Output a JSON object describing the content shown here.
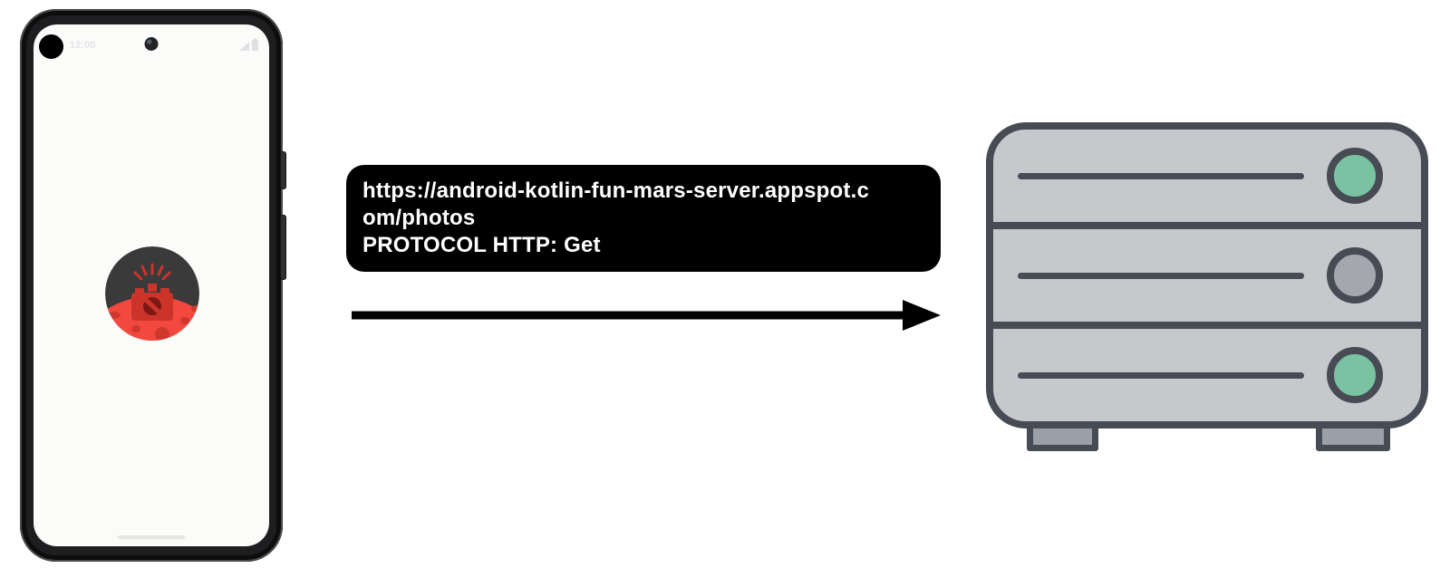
{
  "phone": {
    "status_bar": {
      "time": "12:00"
    },
    "app_icon": "mars-photos-camera"
  },
  "request": {
    "lines": [
      "https://android-kotlin-fun-mars-server.appspot.c",
      "om/photos",
      "PROTOCOL HTTP: Get"
    ]
  },
  "server": {
    "rows": [
      {
        "led": "green"
      },
      {
        "led": "gray"
      },
      {
        "led": "green"
      }
    ]
  },
  "colors": {
    "mars-red": "#f2483e",
    "crater-red": "#cf372d",
    "camera-red": "#cc342a",
    "lens-dark": "#7c1713",
    "icon-dark": "#3a3a3a",
    "outline": "#464b54",
    "server-body": "#c7c8cc",
    "server-foot": "#9aa0a8",
    "led-green": "#79c3a2",
    "led-gray": "#a5a7ae",
    "box-bg": "#000000",
    "box-text": "#ffffff",
    "arrow-black": "#000000"
  }
}
